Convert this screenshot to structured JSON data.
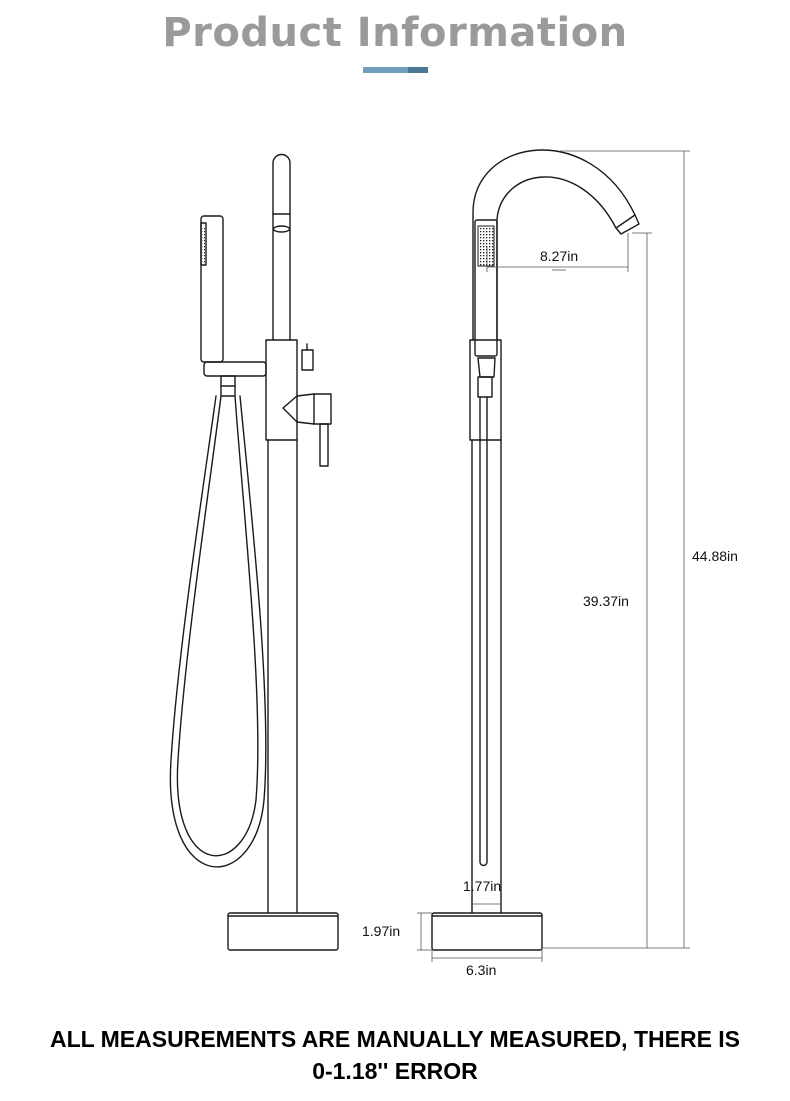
{
  "header": {
    "title": "Product Information",
    "accent_colors": [
      "#6f9fba",
      "#4c7892"
    ]
  },
  "diagram": {
    "dimensions": {
      "spout_reach": "8.27in",
      "spout_height": "39.37in",
      "total_height": "44.88in",
      "pipe_diameter": "1.77in",
      "base_height": "1.97in",
      "base_width": "6.3in"
    },
    "line_color": "#1a1a1a"
  },
  "footer": {
    "note_line1": "ALL MEASUREMENTS ARE MANUALLY MEASURED, THERE IS",
    "note_line2": "0-1.18'' ERROR"
  }
}
